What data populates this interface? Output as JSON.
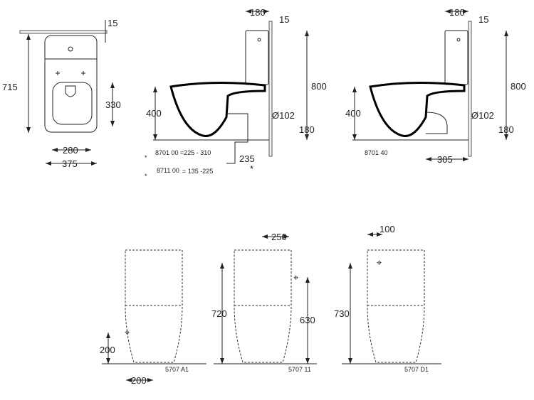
{
  "top_view": {
    "dim_wall_gap": "15",
    "dim_depth": "715",
    "dim_seat": "330",
    "dim_inner_width": "280",
    "dim_width": "375"
  },
  "side_view_1": {
    "dim_tank_depth": "180",
    "dim_wall_gap": "15",
    "dim_height": "800",
    "dim_seat_height": "400",
    "dim_pipe": "Ø102",
    "dim_pipe_height": "180",
    "dim_outlet": "235",
    "asterisk": "*",
    "notes": [
      {
        "mark": "*",
        "code": "8701 00",
        "range": "=225 - 310"
      },
      {
        "mark": "*",
        "code": "8711 00",
        "range": "= 135 -225"
      }
    ]
  },
  "side_view_2": {
    "dim_tank_depth": "180",
    "dim_wall_gap": "15",
    "dim_height": "800",
    "dim_seat_height": "400",
    "dim_pipe": "Ø102",
    "dim_pipe_height": "180",
    "dim_outlet": "305",
    "code": "8701 40"
  },
  "front_views": [
    {
      "model": "5707 A1",
      "dim_inlet_height": "200",
      "dim_inlet_offset": "200"
    },
    {
      "model": "5707 11",
      "dim_spacing": "250",
      "dim_tank_height": "720",
      "dim_inlet_height": "630"
    },
    {
      "model": "5707 D1",
      "dim_offset": "100",
      "dim_tank_height": "730"
    }
  ]
}
